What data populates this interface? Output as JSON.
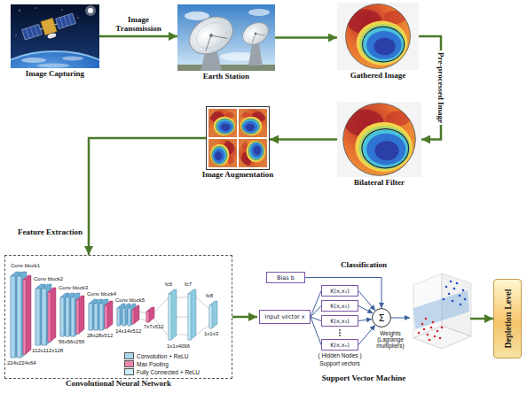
{
  "diagram": {
    "nodes": [
      {
        "text": [
          "Image Capturing"
        ]
      },
      {
        "text": [
          "Earth Station"
        ]
      },
      {
        "text": [
          "Gathered Image"
        ]
      },
      {
        "text": [
          "Bilateral Filter"
        ]
      },
      {
        "text": [
          "Image Augmentation"
        ]
      },
      {
        "text": [
          "Convolutional Neural Network"
        ]
      },
      {
        "text": [
          "Classification",
          "Support Vector Machine"
        ]
      },
      {
        "text": [
          "Bias b"
        ],
        "in": 6
      },
      {
        "text": [
          "Input vector x"
        ],
        "in": 6
      },
      {
        "text": [
          "K(x,x₁)"
        ],
        "in": 6
      },
      {
        "text": [
          "K(x,x₂)"
        ],
        "in": 6
      },
      {
        "text": [
          "K(x,x₃)"
        ],
        "in": 6
      },
      {
        "text": [
          "K(x,xₙ)"
        ],
        "in": 6
      },
      {
        "text": [
          "Σ"
        ],
        "in": 6
      },
      {
        "text": [
          "Depletion Level"
        ]
      }
    ],
    "edges": [
      {
        "from": 0,
        "to": 1,
        "arrow": "to",
        "label": "Image Transmission"
      },
      {
        "from": 1,
        "to": 2,
        "arrow": "to"
      },
      {
        "from": 2,
        "to": 3,
        "arrow": "to",
        "label": "Pre-processed Image"
      },
      {
        "from": 3,
        "to": 4,
        "arrow": "to"
      },
      {
        "from": 4,
        "to": 5,
        "arrow": "to",
        "label": "Feature Extraction"
      },
      {
        "from": 5,
        "to": 6,
        "arrow": "to"
      },
      {
        "from": 6,
        "to": 14,
        "arrow": "to"
      },
      {
        "from": 8,
        "to": 9,
        "arrow": "none"
      },
      {
        "from": 8,
        "to": 10,
        "arrow": "none"
      },
      {
        "from": 8,
        "to": 11,
        "arrow": "none"
      },
      {
        "from": 8,
        "to": 12,
        "arrow": "none"
      },
      {
        "from": 9,
        "to": 13,
        "arrow": "to"
      },
      {
        "from": 10,
        "to": 13,
        "arrow": "to"
      },
      {
        "from": 11,
        "to": 13,
        "arrow": "to"
      },
      {
        "from": 12,
        "to": 13,
        "arrow": "to"
      },
      {
        "from": 7,
        "to": 13,
        "arrow": "to"
      }
    ],
    "labels": [
      "Conv block1",
      "Conv block2",
      "Conv block3",
      "Conv block4",
      "Conv block5",
      "224x224x64",
      "112x112x128",
      "56x56x256",
      "28x28x512",
      "14x14x512",
      "7x7x512",
      "fc6",
      "fc7",
      "fc8",
      "1x1x4096",
      "1x1x3",
      "( Hidden Nodes )",
      "Support vectors",
      "Weights (Lagrange multipliers)"
    ],
    "legend": [
      {
        "text": "Convolution + ReLU",
        "color": "#a9d6ee"
      },
      {
        "text": "Max Pooling",
        "color": "#ef86b1"
      },
      {
        "text": "Fully Connected + ReLU",
        "color": "#c7ecf7"
      }
    ]
  }
}
